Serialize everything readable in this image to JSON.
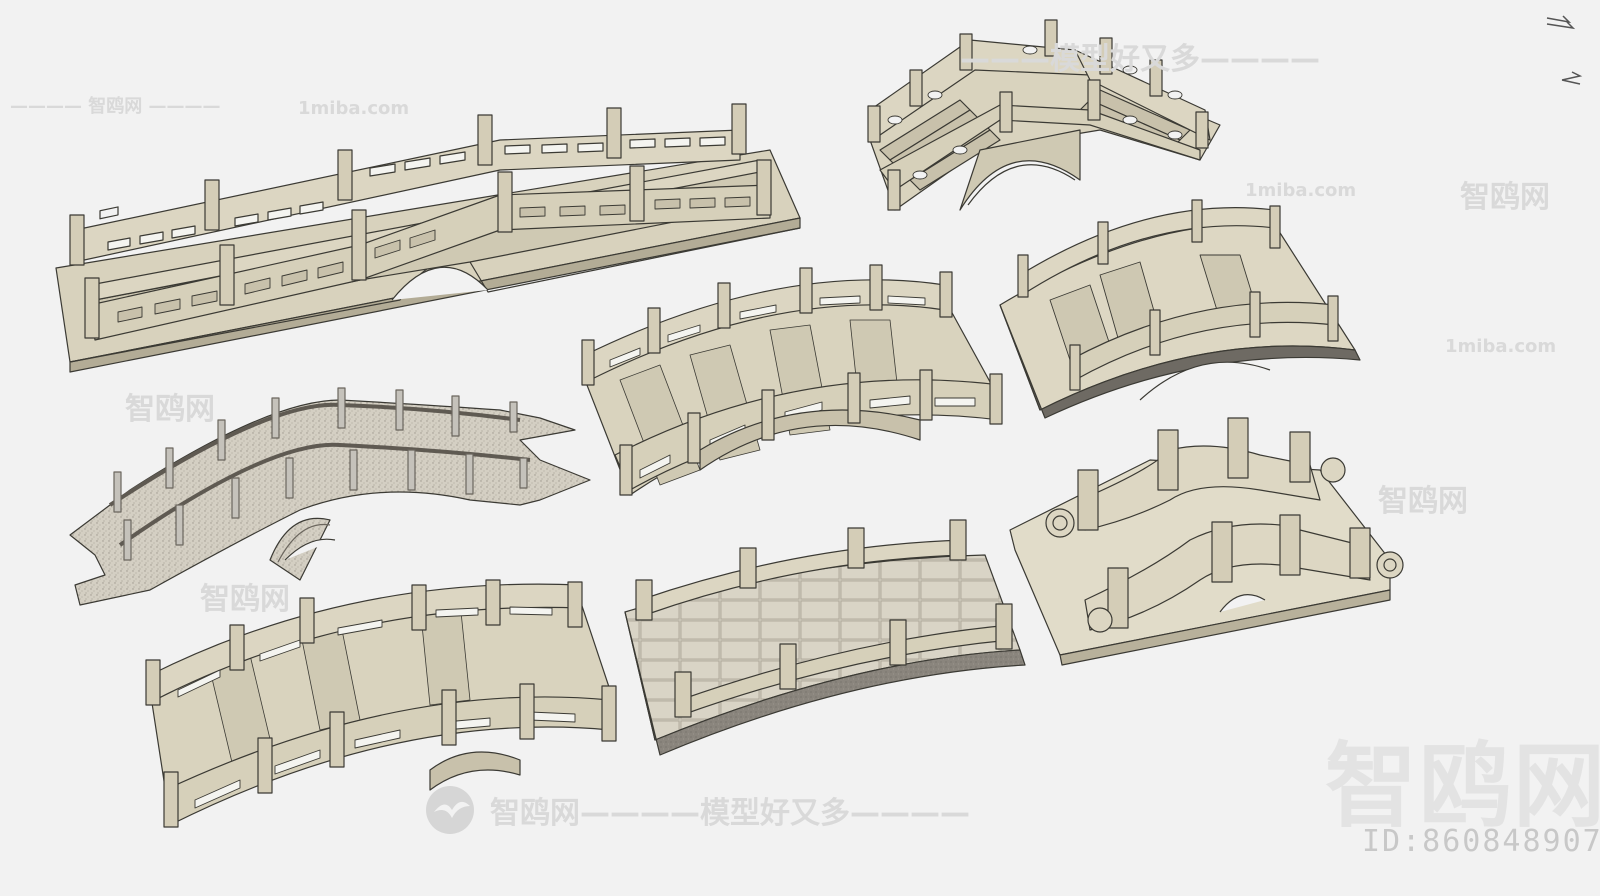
{
  "colors": {
    "background": "#f2f2f2",
    "stone": "#dcd6c2",
    "stone_dark": "#c5bea7",
    "stone_shadow": "#a9a28b",
    "outline": "#3b3a34",
    "granite": "#d2cdc0",
    "granite_dark": "#8c8780",
    "watermark": "#d9d9d9"
  },
  "watermarks": {
    "brand": "智鸥网",
    "site": "1miba.com",
    "slogan": "模型好又多",
    "id_text": "ID:860848907"
  },
  "icons": {
    "nav_top": "arrow-fold-icon",
    "nav_bottom": "arrow-small-icon",
    "logo": "seagull-logo-icon"
  },
  "models": [
    {
      "style": "long-stone-bridge-with-rectangular-rail-openings"
    },
    {
      "style": "double-stair-bridge-with-ornamental-rails"
    },
    {
      "style": "granite-wavy-rail-arch-bridge"
    },
    {
      "style": "arched-stair-bridge-with-slot-rails"
    },
    {
      "style": "dark-edge-stair-arch-bridge"
    },
    {
      "style": "flat-paved-arched-bridge"
    },
    {
      "style": "curved-rail-scroll-bridge"
    },
    {
      "style": "small-arched-stair-bridge"
    }
  ]
}
